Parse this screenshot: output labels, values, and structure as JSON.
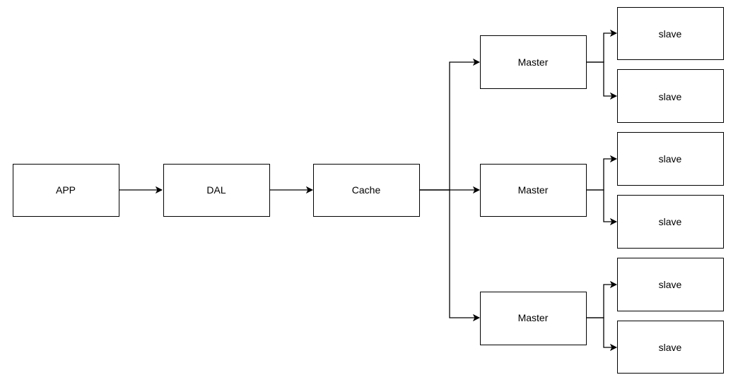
{
  "diagram": {
    "nodes": {
      "app": "APP",
      "dal": "DAL",
      "cache": "Cache",
      "master_1": "Master",
      "master_2": "Master",
      "master_3": "Master",
      "slave_1a": "slave",
      "slave_1b": "slave",
      "slave_2a": "slave",
      "slave_2b": "slave",
      "slave_3a": "slave",
      "slave_3b": "slave"
    },
    "edges": [
      [
        "app",
        "dal"
      ],
      [
        "dal",
        "cache"
      ],
      [
        "cache",
        "master_1"
      ],
      [
        "cache",
        "master_2"
      ],
      [
        "cache",
        "master_3"
      ],
      [
        "master_1",
        "slave_1a"
      ],
      [
        "master_1",
        "slave_1b"
      ],
      [
        "master_2",
        "slave_2a"
      ],
      [
        "master_2",
        "slave_2b"
      ],
      [
        "master_3",
        "slave_3a"
      ],
      [
        "master_3",
        "slave_3b"
      ]
    ]
  }
}
